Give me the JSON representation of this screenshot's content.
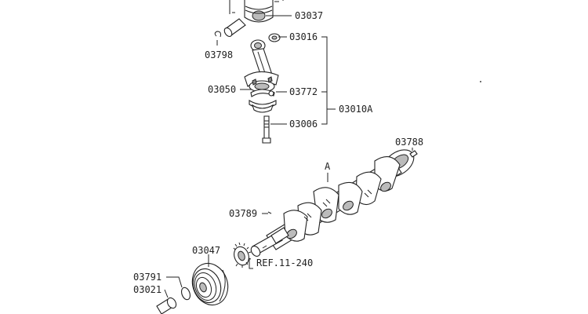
{
  "diagram": {
    "labels": {
      "p03037": "03037",
      "p03798": "03798",
      "p03016": "03016",
      "p03050": "03050",
      "p03772": "03772",
      "p03010a": "03010A",
      "p03006": "03006",
      "p03788": "03788",
      "pA": "A",
      "p03789": "03789",
      "p03047": "03047",
      "ref": "REF.11-240",
      "p03791": "03791",
      "p03021": "03021"
    }
  }
}
